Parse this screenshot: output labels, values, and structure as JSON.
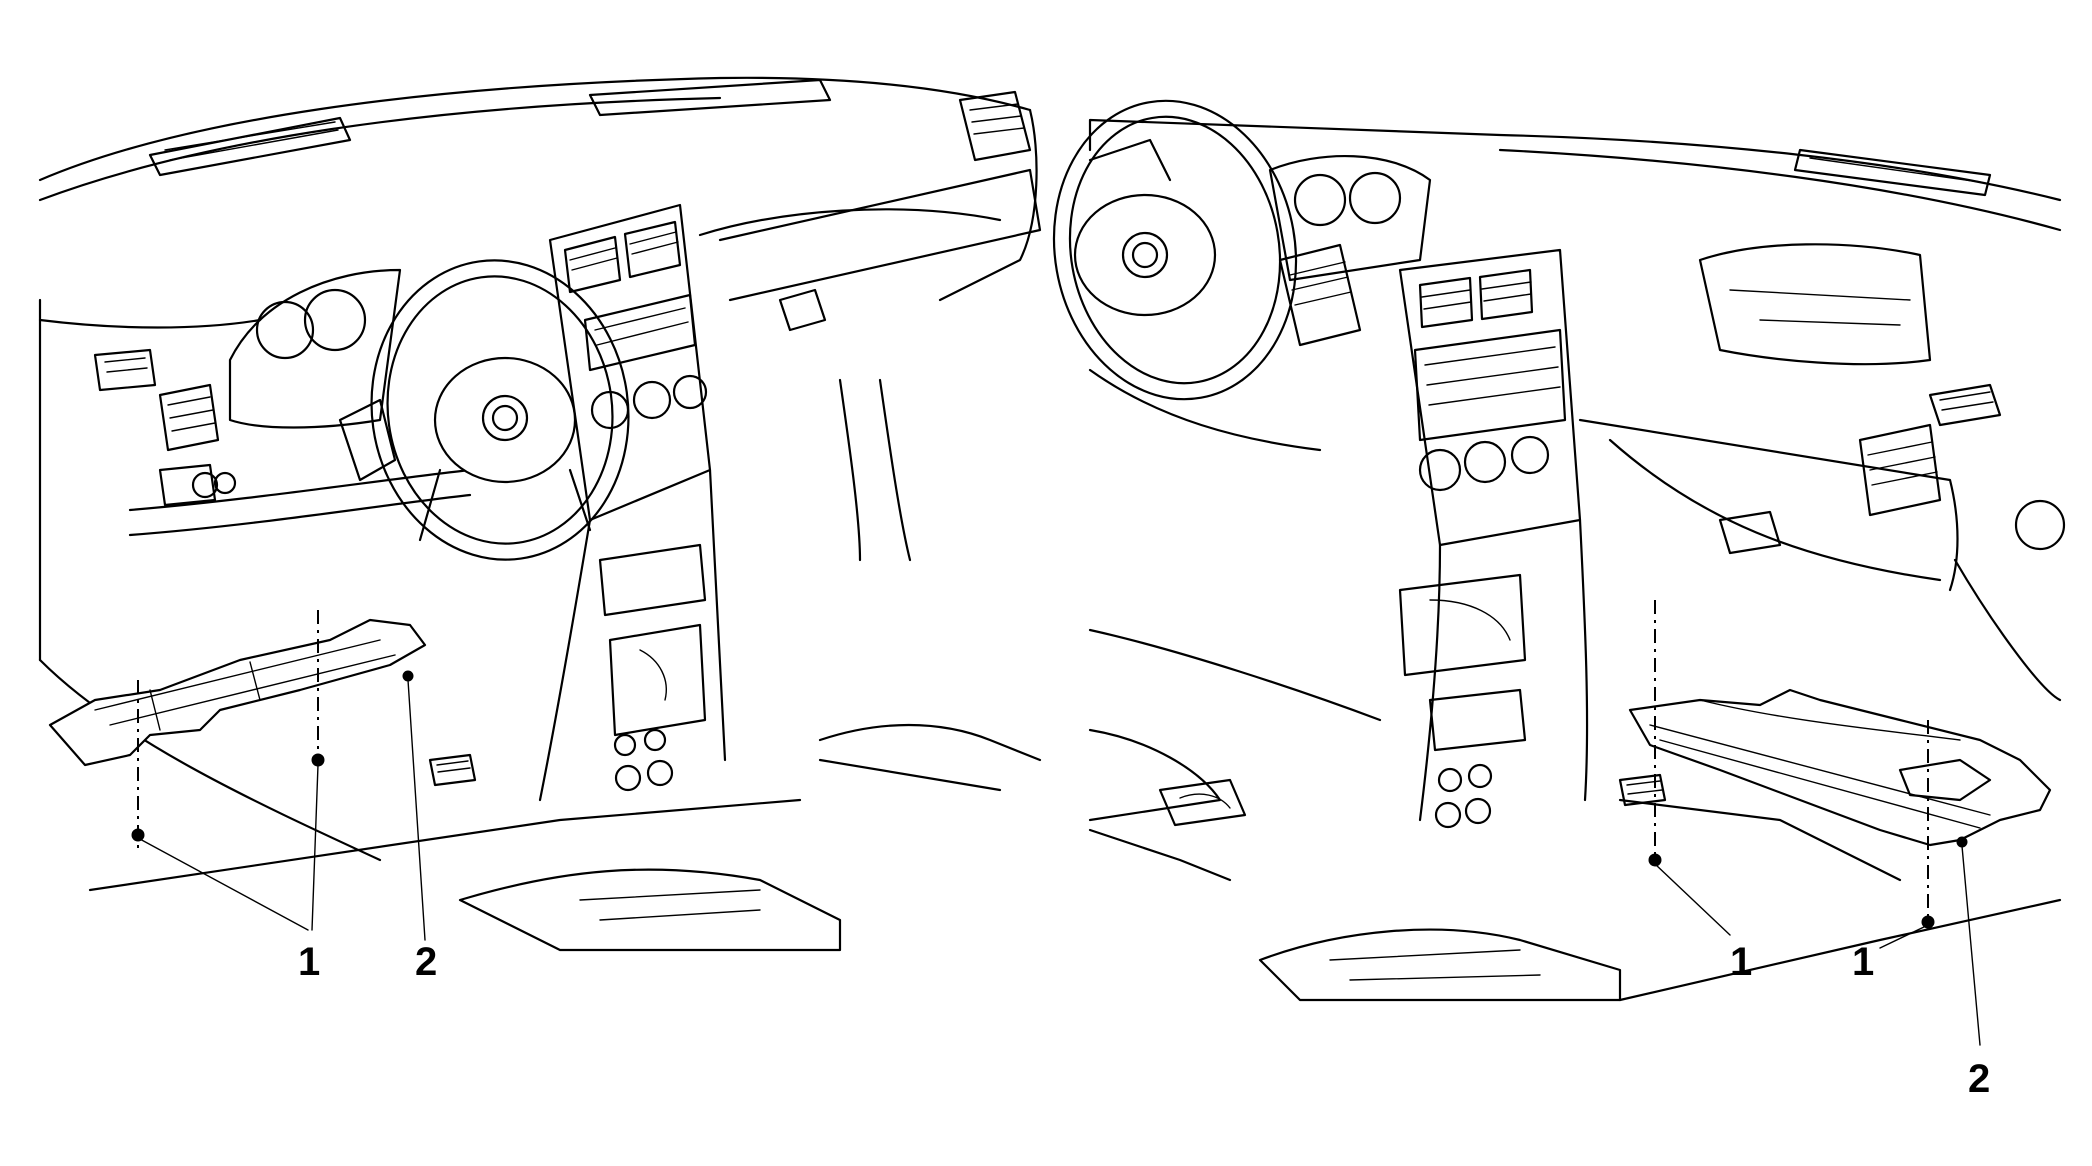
{
  "callouts": {
    "left": {
      "fastener": "1",
      "panel": "2"
    },
    "right": {
      "fastener_a": "1",
      "fastener_b": "1",
      "panel": "2"
    }
  }
}
